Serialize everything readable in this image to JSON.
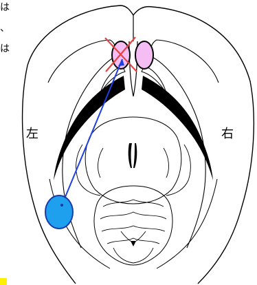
{
  "corner_text": [
    "は",
    "、",
    "は"
  ],
  "side_labels": {
    "left": "左",
    "right": "右"
  },
  "colors": {
    "outline": "#000000",
    "target_fill": "#f4bdf4",
    "cross": "#e34444",
    "injection_fill": "#1ea0ee",
    "injection_stroke": "#1a3aa8",
    "trajectory": "#1f3fe0",
    "corner_mark": "#fff000"
  },
  "icons": {
    "target": "ellipse-target-icon",
    "cross": "cross-mark-icon",
    "injection": "injection-site-icon",
    "trajectory": "trajectory-arrow-icon"
  }
}
